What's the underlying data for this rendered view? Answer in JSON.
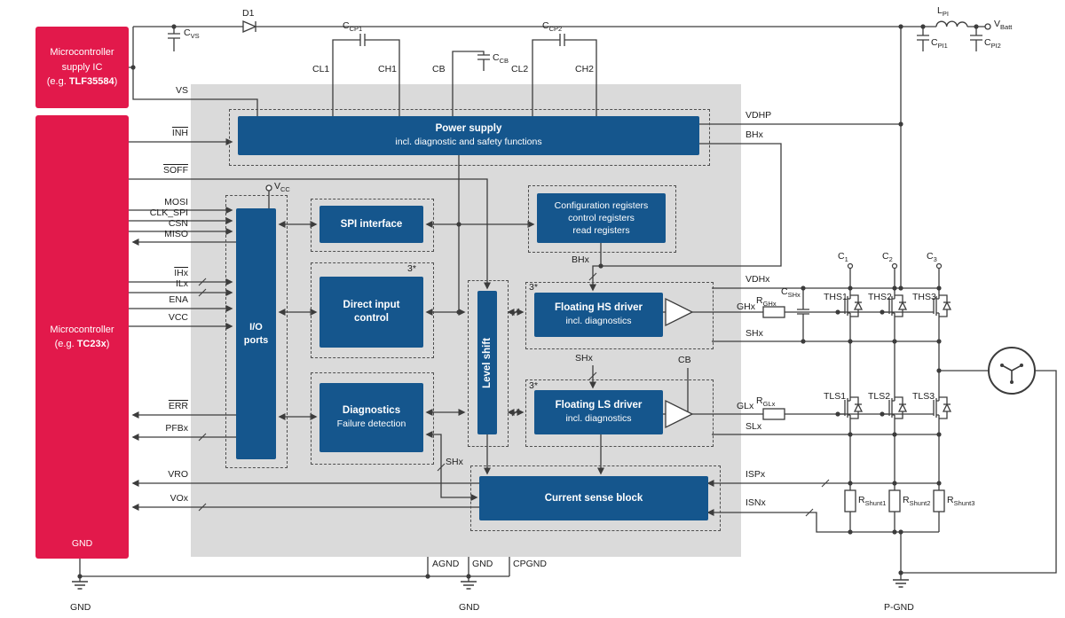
{
  "colors": {
    "red": "#e2194b",
    "blue": "#15568d",
    "gray": "#dadada",
    "wire": "#3c3c3c"
  },
  "mcu_supply": {
    "l1": "Microcontroller",
    "l2": "supply IC",
    "l3_pre": "(e.g. ",
    "l3_bold": "TLF35584",
    "l3_post": ")"
  },
  "mcu": {
    "l1": "Microcontroller",
    "l2_pre": "(e.g. ",
    "l2_bold": "TC23x",
    "l2_post": ")"
  },
  "ic": {
    "power_supply_title": "Power supply",
    "power_supply_sub": "incl. diagnostic and safety functions",
    "io_l1": "I/O",
    "io_l2": "ports",
    "spi": "SPI interface",
    "cfg_l1": "Configuration registers",
    "cfg_l2": "control registers",
    "cfg_l3": "read registers",
    "dic_l1": "Direct input",
    "dic_l2": "control",
    "level_shift": "Level shift",
    "hs_title": "Floating HS driver",
    "hs_sub": "incl. diagnostics",
    "ls_title": "Floating LS driver",
    "ls_sub": "incl. diagnostics",
    "diag_title": "Diagnostics",
    "diag_sub": "Failure detection",
    "cs_title": "Current sense block",
    "note3": "3*"
  },
  "pins_left": {
    "vs": "VS",
    "inh": "INH",
    "soff": "SOFF",
    "mosi": "MOSI",
    "clk_spi": "CLK_SPI",
    "csn": "CSN",
    "miso": "MISO",
    "ihx": "IHx",
    "ilx": "ILx",
    "ena": "ENA",
    "vcc": "VCC",
    "err": "ERR",
    "pfbx": "PFBx",
    "vro": "VRO",
    "vox": "VOx"
  },
  "pins_right": {
    "vdhp": "VDHP",
    "bhx": "BHx",
    "vdhx": "VDHx",
    "ghx": "GHx",
    "shx": "SHx",
    "glx": "GLx",
    "slx": "SLx",
    "ispx": "ISPx",
    "isnx": "ISNx"
  },
  "top_pins": {
    "cl1": "CL1",
    "ch1": "CH1",
    "cb": "CB",
    "cl2": "CL2",
    "ch2": "CH2"
  },
  "inner": {
    "bhx": "BHx",
    "shx": "SHx",
    "cb": "CB"
  },
  "parts": {
    "d1": "D1",
    "c_vs": {
      "m": "C",
      "s": "VS"
    },
    "c_cp1": {
      "m": "C",
      "s": "CP1"
    },
    "c_cp2": {
      "m": "C",
      "s": "CP2"
    },
    "c_cb": {
      "m": "C",
      "s": "CB"
    },
    "l_pi": {
      "m": "L",
      "s": "PI"
    },
    "v_batt": {
      "m": "V",
      "s": "Batt"
    },
    "c_pi1": {
      "m": "C",
      "s": "PI1"
    },
    "c_pi2": {
      "m": "C",
      "s": "PI2"
    },
    "c_shx": {
      "m": "C",
      "s": "SHx"
    },
    "r_ghx": {
      "m": "R",
      "s": "GHx"
    },
    "r_glx": {
      "m": "R",
      "s": "GLx"
    },
    "v_cc": {
      "m": "V",
      "s": "CC"
    },
    "c1": {
      "m": "C",
      "s": "1"
    },
    "c2": {
      "m": "C",
      "s": "2"
    },
    "c3": {
      "m": "C",
      "s": "3"
    },
    "r_shunt1": {
      "m": "R",
      "s": "Shunt1"
    },
    "r_shunt2": {
      "m": "R",
      "s": "Shunt2"
    },
    "r_shunt3": {
      "m": "R",
      "s": "Shunt3"
    }
  },
  "transistors": {
    "ths1": "THS1",
    "ths2": "THS2",
    "ths3": "THS3",
    "tls1": "TLS1",
    "tls2": "TLS2",
    "tls3": "TLS3"
  },
  "grounds": {
    "agnd": "AGND",
    "gnd": "GND",
    "cpgnd": "CPGND",
    "pgnd": "P-GND"
  }
}
